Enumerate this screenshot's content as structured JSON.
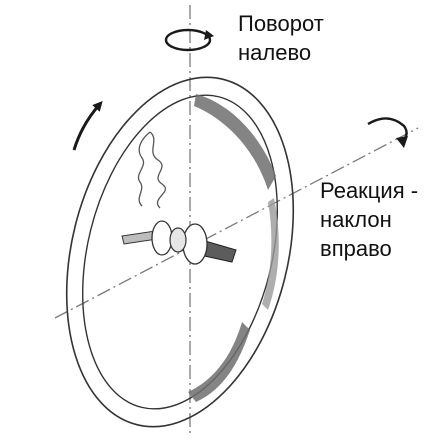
{
  "labels": {
    "rotation_line1": "Поворот",
    "rotation_line2": "налево",
    "reaction_line1": "Реакция -",
    "reaction_line2": "наклон",
    "reaction_line3": "вправо"
  },
  "colors": {
    "ink": "#1a1a1a",
    "shade": "#6f6f6f",
    "axis": "#7a7a7a"
  },
  "icons": [
    "rotation-arrow-icon",
    "reaction-arrow-icon",
    "spin-arrow-icon",
    "spring-icon"
  ]
}
